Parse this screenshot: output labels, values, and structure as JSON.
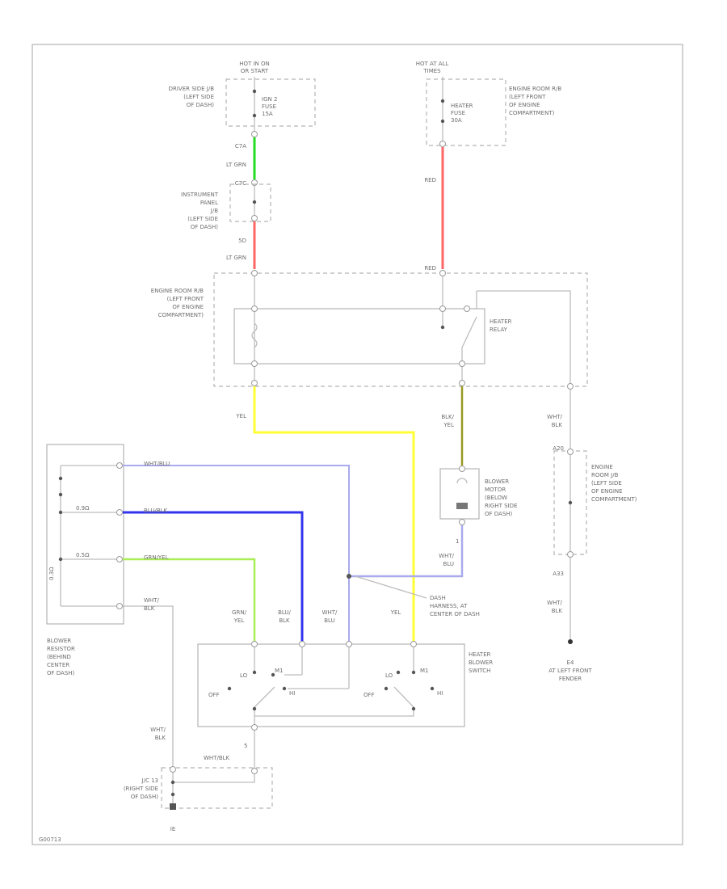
{
  "sources": {
    "hot_run": [
      "HOT IN ON",
      "OR START"
    ],
    "hot_all": [
      "HOT AT ALL",
      "TIMES"
    ]
  },
  "fuses": {
    "ign": [
      "IGN 2",
      "FUSE",
      "15A"
    ],
    "heater": [
      "HEATER",
      "FUSE",
      "30A"
    ]
  },
  "locations": {
    "driver_jb": [
      "DRIVER SIDE J/B",
      "(LEFT SIDE",
      "OF DASH)"
    ],
    "engine_room_rb": [
      "ENGINE ROOM R/B",
      "(LEFT FRONT",
      "OF ENGINE",
      "COMPARTMENT)"
    ],
    "instrument_jb": [
      "INSTRUMENT",
      "PANEL",
      "J/B",
      "(LEFT SIDE",
      "OF DASH)"
    ],
    "engine_room_rb2": [
      "ENGINE ROOM R/B",
      "(LEFT FRONT",
      "OF ENGINE",
      "COMPARTMENT)"
    ],
    "engine_room_jb": [
      "ENGINE",
      "ROOM J/B",
      "(LEFT SIDE",
      "OF ENGINE",
      "COMPARTMENT)"
    ],
    "dash_harness": [
      "DASH",
      "HARNESS, AT",
      "CENTER OF DASH"
    ],
    "ground_e4": [
      "E4",
      "AT LEFT FRONT",
      "FENDER"
    ],
    "jc_bottom": [
      "J/C 13",
      "(RIGHT SIDE",
      "OF DASH)"
    ],
    "blower_resistor": [
      "BLOWER",
      "RESISTOR",
      "(BEHIND",
      "CENTER",
      "OF DASH)"
    ]
  },
  "components": {
    "heater_relay": [
      "HEATER",
      "RELAY"
    ],
    "blower_motor": [
      "BLOWER",
      "MOTOR",
      "(BELOW",
      "RIGHT SIDE",
      "OF DASH)"
    ],
    "blower_switch": [
      "HEATER",
      "BLOWER",
      "SWITCH"
    ]
  },
  "wires": {
    "ltgrn_top": "LT GRN",
    "c_top": "C7A",
    "c_mid": "C7C",
    "c_5d": "5D",
    "ltgrn_bottom": "LT GRN",
    "red_top": "RED",
    "red_bottom": "RED",
    "yel_relay": "YEL",
    "blk_yel": [
      "BLK/",
      "YEL"
    ],
    "wht_blk_right": [
      "WHT/",
      "BLK"
    ],
    "a20": "A20",
    "a33": "A33",
    "wht_blk_right2": [
      "WHT/",
      "BLK"
    ],
    "wht_blu_res": "WHT/BLU",
    "blu_blk_res": "BLU/BLK",
    "grn_yel_res": "GRN/YEL",
    "wht_blk_res": [
      "WHT/",
      "BLK"
    ],
    "motor_wht_blu": [
      "WHT/",
      "BLU"
    ],
    "motor_pin": "1",
    "sw_grn_yel": [
      "GRN/",
      "YEL"
    ],
    "sw_blu_blk": [
      "BLU/",
      "BLK"
    ],
    "sw_wht_blu": [
      "WHT/",
      "BLU"
    ],
    "sw_yel": "YEL",
    "wht_blk_left": [
      "WHT/",
      "BLK"
    ],
    "wht_blk_jc": "WHT/BLK",
    "jc_pin": "5",
    "ground_g": "IE"
  },
  "switch_labels": {
    "lo1": "LO",
    "off1": "OFF",
    "m1": "M1",
    "hi1": "HI",
    "lo2": "LO",
    "off2": "OFF",
    "m2": "M1",
    "hi2": "HI"
  },
  "resistor_labels": [
    "0.9Ω",
    "0.5Ω",
    "0.3Ω"
  ],
  "footer": "G00713",
  "colors": {
    "lt_grn": "#22dd22",
    "red": "#ff6666",
    "yel": "#ffff33",
    "blk_yel": "#999922",
    "blu_blk": "#3333ee",
    "wht_blu": "#aaaaee",
    "grn_yel": "#aaee55"
  }
}
